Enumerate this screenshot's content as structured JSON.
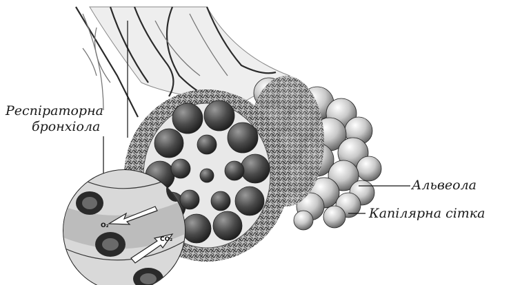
{
  "labels": {
    "respiratory_bronchiole_line1": "Респіраторна",
    "respiratory_bronchiole_line2": "бронхіола",
    "alveolus": "Альвеола",
    "capillary_network": "Капілярна сітка"
  },
  "inset": {
    "oxygen": "O₂",
    "carbon_dioxide": "CO₂"
  },
  "colors": {
    "ink": "#1a1a1a",
    "alveolus_dark": "#3a3a3a",
    "alveolus_light": "#d8d8d8",
    "capillary": "#555555"
  }
}
